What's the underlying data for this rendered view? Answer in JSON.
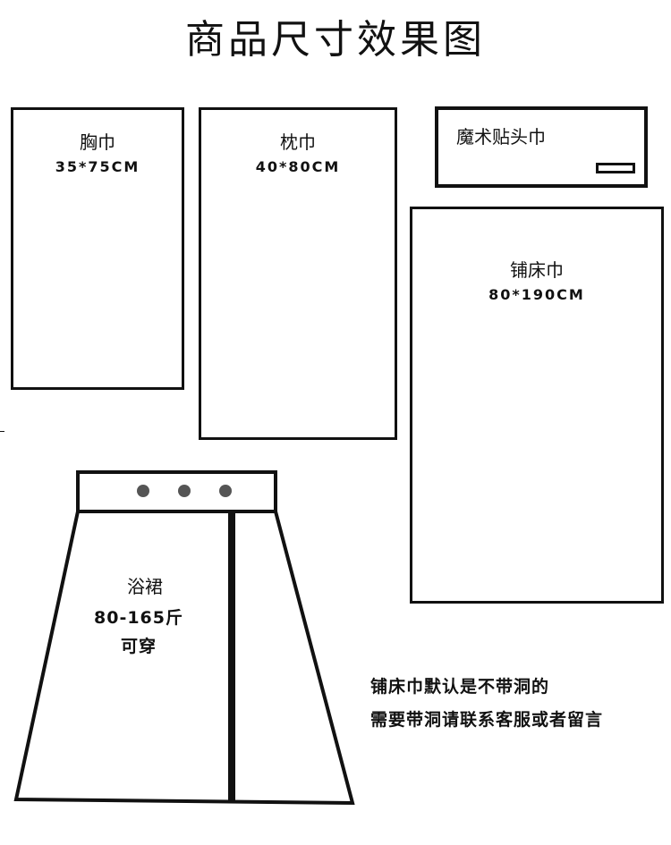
{
  "title": "商品尺寸效果图",
  "items": {
    "chest": {
      "label": "胸巾",
      "size": "35*75CM"
    },
    "pillow": {
      "label": "枕巾",
      "size": "40*80CM"
    },
    "velcro": {
      "label": "魔术贴头巾"
    },
    "bedsheet": {
      "label": "铺床巾",
      "size": "80*190CM"
    },
    "skirt": {
      "label": "浴裙",
      "size": "80-165斤",
      "note": "可穿"
    }
  },
  "notes": [
    "铺床巾默认是不带洞的",
    "需要带洞请联系客服或者留言"
  ]
}
